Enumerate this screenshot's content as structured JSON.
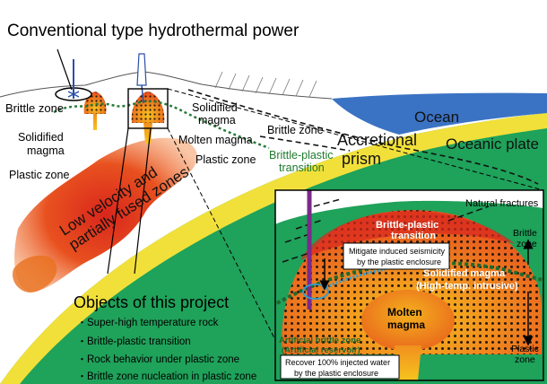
{
  "title": "Conventional type hydrothermal power",
  "labels": {
    "brittle_zone_left": "Brittle zone",
    "solidified_magma_left_1": "Solidified",
    "solidified_magma_left_2": "magma",
    "plastic_zone_left": "Plastic zone",
    "solidified_magma_mid_1": "Solidified",
    "solidified_magma_mid_2": "magma",
    "molten_magma_mid": "Molten magma",
    "plastic_zone_mid": "Plastic zone",
    "brittle_zone_mid": "Brittle zone",
    "brittle_plastic_transition_1": "Brittle-plastic",
    "brittle_plastic_transition_2": "transition",
    "ocean": "Ocean",
    "oceanic_plate": "Oceanic plate",
    "accretional_prism_1": "Accretional",
    "accretional_prism_2": "prism",
    "low_velocity_1": "Low velocity and",
    "low_velocity_2": "partially fused zones"
  },
  "project": {
    "heading": "Objects of this project",
    "items": [
      "Super-high temperature rock",
      "Brittle-plastic transition",
      "Rock behavior under plastic zone",
      "Brittle zone nucleation in plastic zone"
    ]
  },
  "inset": {
    "natural_fractures": "Natural fractures",
    "bpt_1": "Brittle-plastic",
    "bpt_2": "transition",
    "mitigate_1": "Mitigate induced seismicity",
    "mitigate_2": "by the plastic enclosure",
    "solidified_1": "Solidified magma",
    "solidified_2": "(High-temp. intrusive)",
    "brittle_zone_1": "Brittle",
    "brittle_zone_2": "zone",
    "plastic_zone_1": "Plastic",
    "plastic_zone_2": "zone",
    "molten_1": "Molten",
    "molten_2": "magma",
    "artificial_1": "Artificial brittle zone",
    "artificial_2": "(Artificial reservoir)",
    "recover_1": "Recover 100% injected water",
    "recover_2": "by the plastic enclosure"
  },
  "colors": {
    "ocean": "#3b73c4",
    "oceanic_plate": "#1fa25a",
    "crust": "#ffffff",
    "yellow_band": "#f2e03a",
    "magma_red": "#d9281e",
    "magma_orange": "#f08a1e",
    "transition_green": "#2a7a3a",
    "well_purple": "#7a2a8a"
  }
}
